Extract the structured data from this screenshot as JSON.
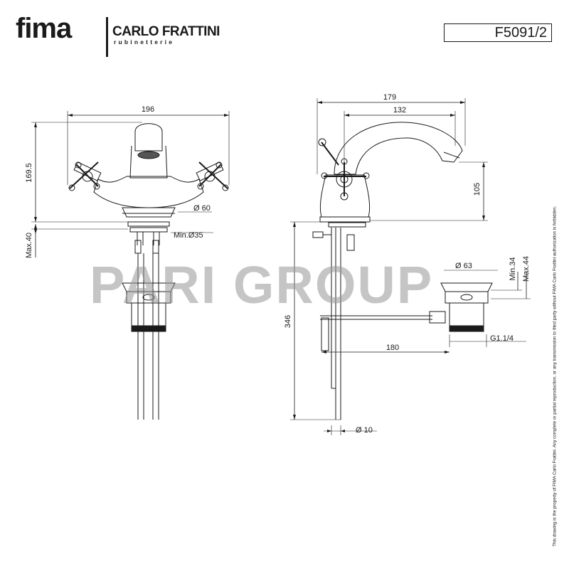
{
  "header": {
    "brand_main": "fima",
    "brand_partner": "CARLO FRATTINI",
    "brand_tagline": "rubinetterie",
    "model_code": "F5091/2"
  },
  "watermark": "PARI GROUP",
  "side_notice": "This drawing is the property of FIMA Carlo Frattini. Any complete or partial reproduction, or any transmission to third party without FIMA Carlo Frattini authorization is forbidden.",
  "front_view": {
    "dim_width": "196",
    "dim_height": "169.5",
    "dim_base_dia": "60",
    "dim_hole_min": "Min.Ø35",
    "dim_deck_max": "Max.40"
  },
  "side_view": {
    "dim_overall": "179",
    "dim_reach": "132",
    "dim_spout_height": "105",
    "dim_total_height": "346",
    "dim_pop_dia": "63",
    "dim_min": "Min.34",
    "dim_max": "Max.44",
    "dim_rod_length": "180",
    "dim_thread": "G1.1/4",
    "dim_pipe_dia": "10"
  },
  "colors": {
    "ink": "#1a1a1a",
    "watermark": "#969696"
  }
}
